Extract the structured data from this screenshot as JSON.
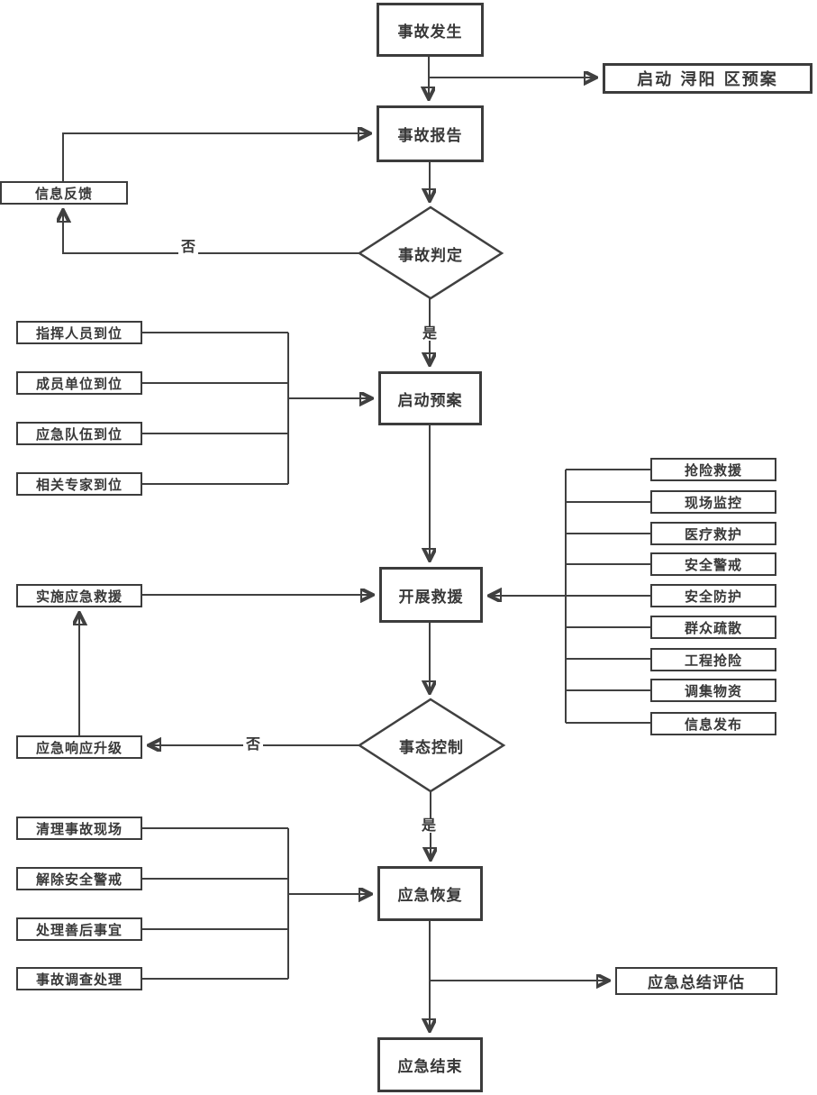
{
  "diagram": {
    "title_hint": "emergency-response-flowchart",
    "colors": {
      "background": "#ffffff",
      "line": "#404040",
      "box_border": "#3c3c3c",
      "text": "#383838"
    },
    "main_flow": {
      "accident_occurs": "事故发生",
      "accident_report": "事故报告",
      "accident_judgment": "事故判定",
      "start_plan": "启动预案",
      "carry_out_rescue": "开展救援",
      "situation_control": "事态控制",
      "emergency_recovery": "应急恢复",
      "emergency_end": "应急结束"
    },
    "branches": {
      "start_district_plan": "启动 浔阳 区预案",
      "info_feedback": "信息反馈",
      "implement_rescue": "实施应急救援",
      "response_upgrade": "应急响应升级",
      "summary_evaluation": "应急总结评估"
    },
    "decision_labels": {
      "judgment_no": "否",
      "judgment_yes": "是",
      "control_no": "否",
      "control_yes": "是"
    },
    "plan_inputs": [
      "指挥人员到位",
      "成员单位到位",
      "应急队伍到位",
      "相关专家到位"
    ],
    "rescue_actions": [
      "抢险救援",
      "现场监控",
      "医疗救护",
      "安全警戒",
      "安全防护",
      "群众疏散",
      "工程抢险",
      "调集物资",
      "信息发布"
    ],
    "recovery_inputs": [
      "清理事故现场",
      "解除安全警戒",
      "处理善后事宜",
      "事故调查处理"
    ]
  }
}
